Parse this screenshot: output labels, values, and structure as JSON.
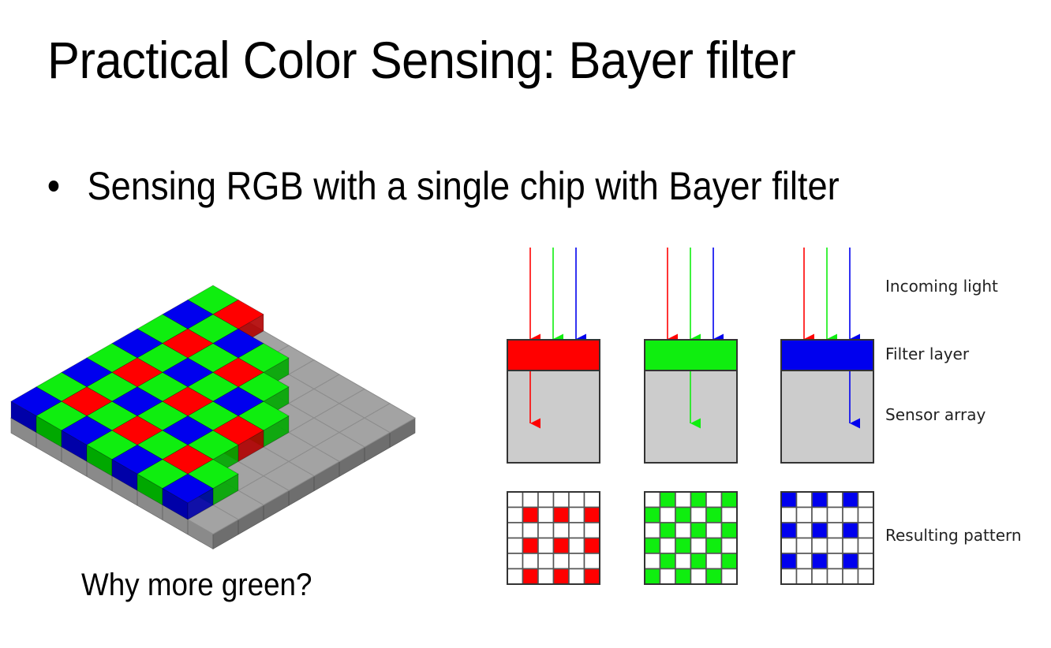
{
  "slide": {
    "title": "Practical Color Sensing: Bayer filter",
    "bullets": [
      {
        "text": "Sensing RGB with a single chip with Bayer filter"
      }
    ],
    "caption": "Why more green?"
  },
  "colors": {
    "red": "#FF0000",
    "green": "#0FEE0F",
    "blue": "#0000EE",
    "red_side": "#B00000",
    "green_side": "#00A800",
    "blue_side": "#0000A8",
    "sensor_gray": "#CCCCCC",
    "base_top": "#A3A3A3",
    "base_side_left": "#8A8A8A",
    "base_side_right": "#6E6E6E",
    "outline": "#333333"
  },
  "mosaic": {
    "description": "Isometric Bayer color filter mosaic over gray sensor array",
    "grid_size": 8,
    "pattern": [
      [
        "G",
        "R"
      ],
      [
        "B",
        "G"
      ]
    ],
    "row_lengths": [
      2,
      4,
      5,
      6,
      6,
      6,
      7,
      7
    ]
  },
  "sensor_diagram": {
    "labels": {
      "incoming_light": "Incoming light",
      "filter_layer": "Filter layer",
      "sensor_array": "Sensor array",
      "resulting_pattern": "Resulting pattern"
    },
    "columns": [
      {
        "filter": "red",
        "passes": "red",
        "pattern_offset": [
          1,
          1
        ]
      },
      {
        "filter": "green",
        "passes": "green",
        "pattern_offset": "checker"
      },
      {
        "filter": "blue",
        "passes": "blue",
        "pattern_offset": [
          0,
          0
        ]
      }
    ],
    "pattern_grid_size": 6
  }
}
